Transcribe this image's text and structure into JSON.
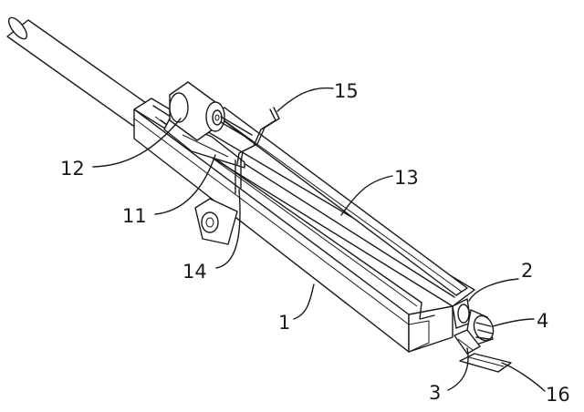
{
  "labels": {
    "l1": "1",
    "l2": "2",
    "l3": "3",
    "l4": "4",
    "l11": "11",
    "l12": "12",
    "l13": "13",
    "l14": "14",
    "l15": "15",
    "l16": "16"
  }
}
